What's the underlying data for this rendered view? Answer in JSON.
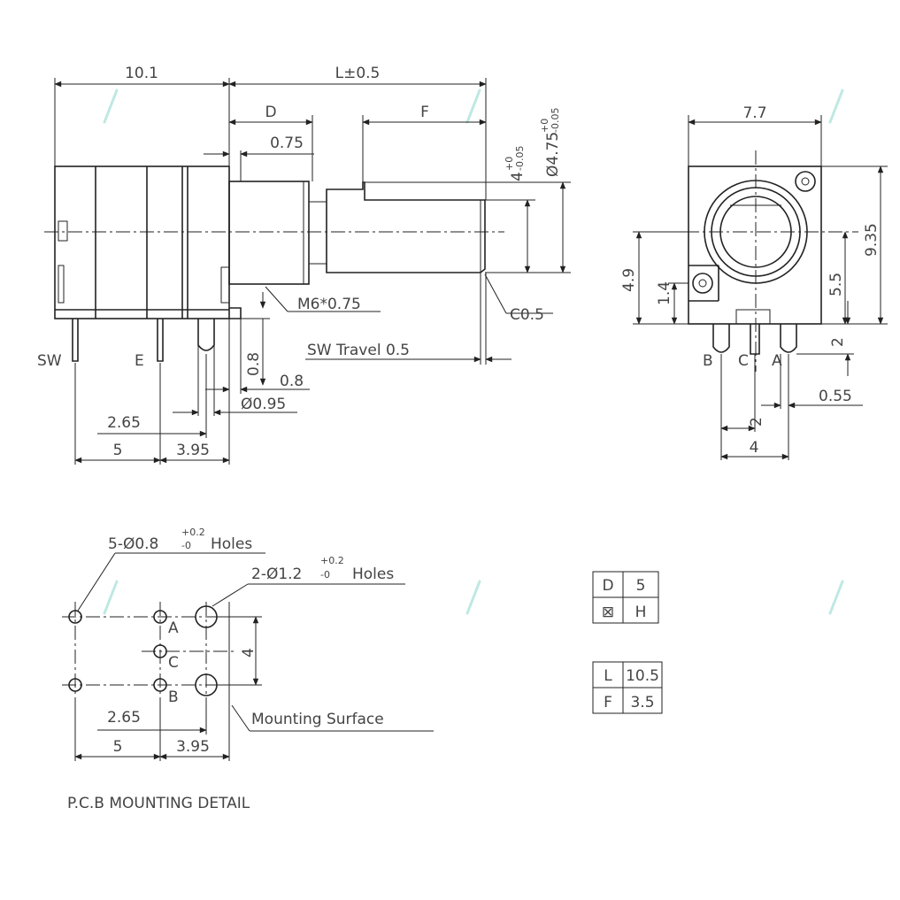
{
  "side_view": {
    "dim_body": "10.1",
    "dim_length": "L±0.5",
    "dim_d": "D",
    "dim_f": "F",
    "dim_075": "0.75",
    "dim_shaft_flat": "4",
    "dim_shaft_flat_tol_plus": "+0",
    "dim_shaft_flat_tol_minus": "-0.05",
    "dim_shaft_dia": "Ø4.75",
    "dim_shaft_dia_tol_plus": "+0",
    "dim_shaft_dia_tol_minus": "-0.05",
    "thread": "M6*0.75",
    "chamfer": "C0.5",
    "sw_travel": "SW Travel 0.5",
    "dim_08_a": "0.8",
    "dim_08_b": "0.8",
    "dim_pin_dia": "Ø0.95",
    "dim_265": "2.65",
    "dim_5": "5",
    "dim_395": "3.95",
    "pin_sw": "SW",
    "pin_e": "E"
  },
  "front_view": {
    "dim_width": "7.7",
    "dim_height": "9.35",
    "dim_49": "4.9",
    "dim_14": "1.4",
    "dim_55": "5.5",
    "dim_2_right": "2",
    "dim_055": "0.55",
    "dim_2_bottom": "2",
    "dim_4": "4",
    "pin_b": "B",
    "pin_c": "C",
    "pin_a": "A"
  },
  "pcb": {
    "holes_small": "5-Ø0.8",
    "holes_small_tol_plus": "+0.2",
    "holes_small_tol_minus": "-0",
    "holes_small_suffix": "Holes",
    "holes_large": "2-Ø1.2",
    "holes_large_tol_plus": "+0.2",
    "holes_large_tol_minus": "-0",
    "holes_large_suffix": "Holes",
    "label_a": "A",
    "label_c": "C",
    "label_b": "B",
    "dim_4": "4",
    "dim_265": "2.65",
    "dim_5": "5",
    "dim_395": "3.95",
    "mounting_surface": "Mounting Surface",
    "caption": "P.C.B MOUNTING DETAIL"
  },
  "table_dh": {
    "row1": [
      "D",
      "5"
    ],
    "row2_symbol": "⊠",
    "row2_label": "H"
  },
  "table_lf": {
    "row1": [
      "L",
      "10.5"
    ],
    "row2": [
      "F",
      "3.5"
    ]
  }
}
